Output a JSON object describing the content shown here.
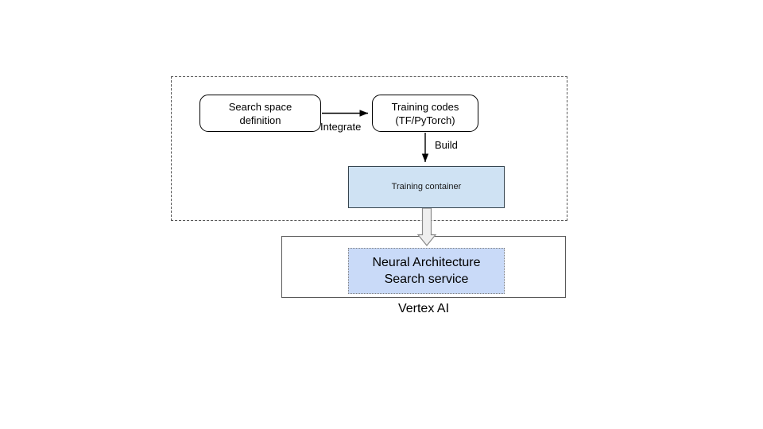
{
  "diagram": {
    "type": "flow-diagram",
    "title_label": "Vertex AI",
    "background_color": "#ffffff",
    "group": {
      "name": "user-workflow-region",
      "border_style": "dashed",
      "border_color": "#555555",
      "label": ""
    },
    "nodes": [
      {
        "id": "search-space-definition",
        "label_line1": "Search space",
        "label_line2": "definition",
        "shape": "rounded-rect",
        "fill": "#ffffff",
        "stroke": "#000000"
      },
      {
        "id": "training-codes",
        "label_line1": "Training codes",
        "label_line2": "(TF/PyTorch)",
        "shape": "rounded-rect",
        "fill": "#ffffff",
        "stroke": "#000000"
      },
      {
        "id": "training-container",
        "label_line1": "Training container",
        "label_line2": "",
        "shape": "rect",
        "fill": "#cfe2f3",
        "stroke": "#36454f"
      },
      {
        "id": "neural-architecture-search-service",
        "label_line1": "Neural Architecture",
        "label_line2": "Search service",
        "shape": "dotted-rect",
        "fill": "#c9daf8",
        "stroke": "#808080"
      },
      {
        "id": "vertex-ai-boundary",
        "label_line1": "Vertex AI",
        "label_line2": "",
        "shape": "rect",
        "fill": "#ffffff",
        "stroke": "#595959"
      }
    ],
    "edges": [
      {
        "id": "integrate-edge",
        "from": "search-space-definition",
        "to": "training-codes",
        "label": "Integrate",
        "style": "solid-thin-arrow",
        "direction": "right"
      },
      {
        "id": "build-edge",
        "from": "training-codes",
        "to": "training-container",
        "label": "Build",
        "style": "solid-thin-arrow",
        "direction": "down"
      },
      {
        "id": "deploy-edge",
        "from": "training-container",
        "to": "neural-architecture-search-service",
        "label": "",
        "style": "hollow-block-arrow",
        "direction": "down"
      }
    ]
  }
}
